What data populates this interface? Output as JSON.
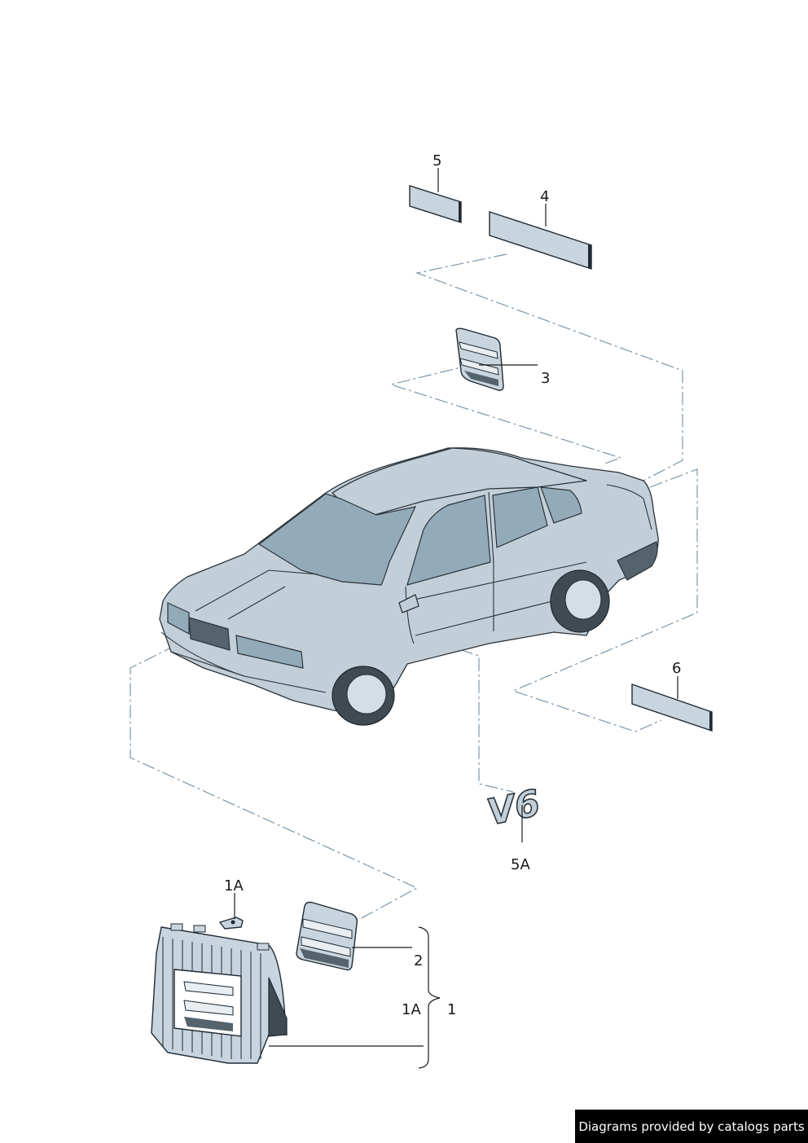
{
  "callouts": {
    "c5": "5",
    "c4": "4",
    "c3": "3",
    "c6": "6",
    "c5a": "5A",
    "c1a_top": "1A",
    "c2": "2",
    "c1a_side": "1A",
    "c1": "1"
  },
  "emblem_text": "V6",
  "footer": {
    "credit": "Diagrams provided by catalogs parts"
  }
}
